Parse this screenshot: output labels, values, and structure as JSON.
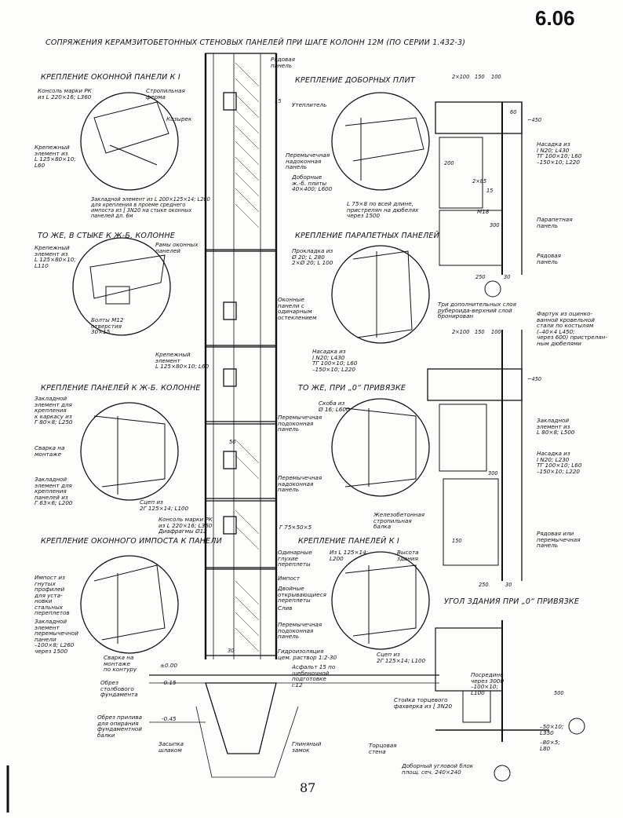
{
  "sheet_number": "6.06",
  "page_number": "87",
  "title": "СОПРЯЖЕНИЯ КЕРАМЗИТОБЕТОННЫХ СТЕНОВЫХ ПАНЕЛЕЙ ПРИ ШАГЕ КОЛОНН 12М (ПО СЕРИИ 1.432-3)",
  "sections": {
    "window_panel": "КРЕПЛЕНИЕ ОКОННОЙ ПАНЕЛИ К I",
    "window_panel_column": "ТО ЖЕ, В СТЫКЕ К Ж-Б. КОЛОННЕ",
    "panels_to_column": "КРЕПЛЕНИЕ ПАНЕЛЕЙ К Ж-Б. КОЛОННЕ",
    "window_impost": "КРЕПЛЕНИЕ ОКОННОГО ИМПОСТА К ПАНЕЛИ",
    "extra_slabs": "КРЕПЛЕНИЕ ДОБОРНЫХ ПЛИТ",
    "parapet_panels": "КРЕПЛЕНИЕ ПАРАПЕТНЫХ ПАНЕЛЕЙ",
    "zero_binding": "ТО ЖЕ, ПРИ „0“ ПРИВЯЗКЕ",
    "panels_to_I": "КРЕПЛЕНИЕ ПАНЕЛЕЙ К I",
    "building_corner": "УГОЛ ЗДАНИЯ ПРИ „0“ ПРИВЯЗКЕ"
  },
  "labels": {
    "console_pk": "Консоль марки РК\nиз L 220×16; L360",
    "rafter_truss": "Стропильная\nферма",
    "canopy": "Козырек",
    "fastening_el_1": "Крепежный\nэлемент из\nL 125×80×10;\nL60",
    "embedded_impost": "Закладной элемент из L 200×125×14; L200\nдля крепления в проеме среднего\nимпоста из [ 3N20 на стыке оконных\nпанелей дл. 6м",
    "row_panel_top": "Рядовая\nпанель",
    "fastening_el_2": "Крепежный\nэлемент из\nL 125×80×10;\nL110",
    "window_frames": "Рамы оконных\nпанелей",
    "bolts": "Болты М12\nотверстия\n30×15",
    "window_single": "Оконные\nпанели с\nодинарным\nостеклением",
    "fastening_el_3": "Крепежный\nэлемент\nL 125×80×10; L60",
    "embedded_frame": "Закладной\nэлемент для\nкрепления\nк каркасу из\nГ 80×8; L250",
    "weld_site": "Сварка на\nмонтаже",
    "embedded_panels": "Закладной\nэлемент для\nкрепления\nпанелей из\nГ 63×6; L200",
    "jumper_sill": "Перемычечная\nподоконная\nпанель",
    "jumper_overwindow": "Перемычечная\nнадоконная\nпанель",
    "hanger": "Сцеп из\n2Г 125×14; L100",
    "console_pk2": "Консоль марки РК\nиз L 220×16; L360\nДиафрагмы Ø12",
    "angle_75": "Г 75×50×5",
    "single_blind": "Одинарные\nглухие\nпереплеты",
    "impost": "Импост",
    "double_open": "Двойные\nоткрывающиеся\nпереплеты",
    "drain": "Слив",
    "jumper_sill_2": "Перемычечная\nподоконная\nпанель",
    "impost_profiles": "Импост из\nгнутых\nпрофилей\nдля уста-\nновки\nстальных\nпереплетов",
    "embedded_jumper": "Закладной\nэлемент\nперемычечной\nпанели\n–100×8; L260\nчерез 1500",
    "weld_contour": "Сварка на\nмонтаже\nпо контуру",
    "zero_mark": "±0.00",
    "minus015": "-0.15",
    "minus045": "-0.45",
    "foundation_cut": "Обрез\nстолбового\nфундамента",
    "beam_support": "Обрез прилива\nдля опирания\nфундаментной\nбалки",
    "slag_fill": "Засыпка\nшлаком",
    "waterproof": "Гидроизоляция\nцем. раствор 1:2-30",
    "asphalt": "Асфальт 15 по\nщебеночной\nподготовке\ni:12",
    "clay_lock": "Глиняный\nзамок",
    "insulation": "Утеплитель",
    "jumper_over": "Перемычечная\nнадоконная\nпанель",
    "extra_slab": "Доборные\nж.-б. плиты\n40×400; L600",
    "l75": "L 75×8 по всей длине,\nпристрелян на дюбелях\nчерез 1500",
    "spacer": "Прокладка из\nØ 20; L 280\n2×Ø 20; L 100",
    "cap1": "Насадка из\nI N20; L430\nТГ 100×10; L60\n–150×10; L220",
    "cap_left": "Насадка из\nI N20; L430\nТГ 100×10; L60\n–150×10; L220",
    "three_layers": "Три дополнительных слоя\nрубероида-верхний слой\nбронирован",
    "apron": "Фартук из оцинко-\nванной кровельной\nстали по костылям\n(–40×4  L450;\nчерез 600) пристрелян-\nным дюбелями",
    "bracket": "Скоба из\nØ 16; L600",
    "embedded_l80": "Закладной\nэлемент из\nL 80×8; L500",
    "cap2": "Насадка из\nI N20; L230\nТГ 100×10; L60\n–150×10; L220",
    "rc_beam": "Железобетонная\nстропильная\nбалка",
    "from_l125": "Из L 125×14;\nL200",
    "building_height": "Высота\nздания",
    "hanger2": "Сцеп из\n2Г 125×14; L100",
    "row_or_jumper": "Рядовая или\nперемычечная\nпанель",
    "parapet_panel": "Парапетная\nпанель",
    "row_panel_r": "Рядовая\nпанель",
    "m18": "М18",
    "jump_through": "Посредине\nчерез 3000\n–100×10;\nL100",
    "end_frame_post": "Стойка торцевого\nфахверка из [ 3N20",
    "end_wall": "Торцовая\nстена",
    "extra_corner": "Доборный угловой блок\nплощ. сеч. 240×240",
    "r_50": "–50×10;\nL350",
    "r_80": "–80×5;\nL80",
    "dim_2x100": "2×100",
    "dim_150": "150",
    "dim_100": "100",
    "dim_450": "~450",
    "dim_60": "60",
    "dim_15": "15",
    "dim_250": "250",
    "dim_30": "30",
    "dim_200": "200",
    "dim_300": "300",
    "dim_500": "500",
    "dim_50": "50",
    "dim_2x85": "2×85"
  }
}
